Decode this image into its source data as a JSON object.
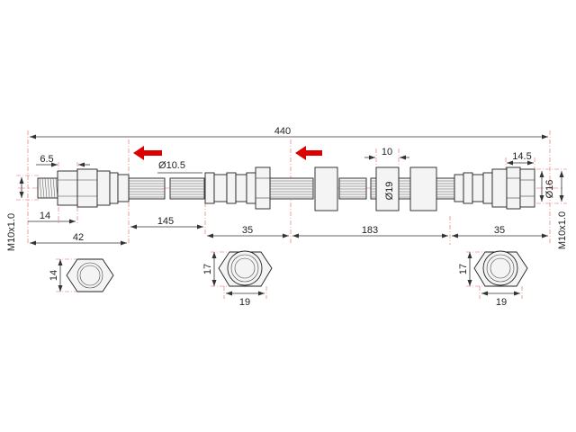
{
  "dimensions": {
    "total_length": "440",
    "thread_length_left": "6.5",
    "hose_diameter": "Ø10.5",
    "left_fitting_length": "14",
    "left_thread_spec": "M10x1.0",
    "left_section_length": "42",
    "left_span": "145",
    "mid_fitting_length": "35",
    "mid_span": "183",
    "right_fitting_length": "35",
    "bracket_width": "10",
    "bracket_diameter": "Ø19",
    "right_thread_length": "14.5",
    "right_diameter": "Ø16",
    "right_thread_spec": "M10x1.0",
    "hex_left_height": "14",
    "hex_mid_height": "17",
    "hex_mid_width": "19",
    "hex_right_height": "17",
    "hex_right_width": "19"
  },
  "colors": {
    "arrow": "#dd0000",
    "extension_lines": "#e06060",
    "outline": "#222222"
  },
  "icons": {
    "flow_arrow": "arrow-left-icon"
  }
}
